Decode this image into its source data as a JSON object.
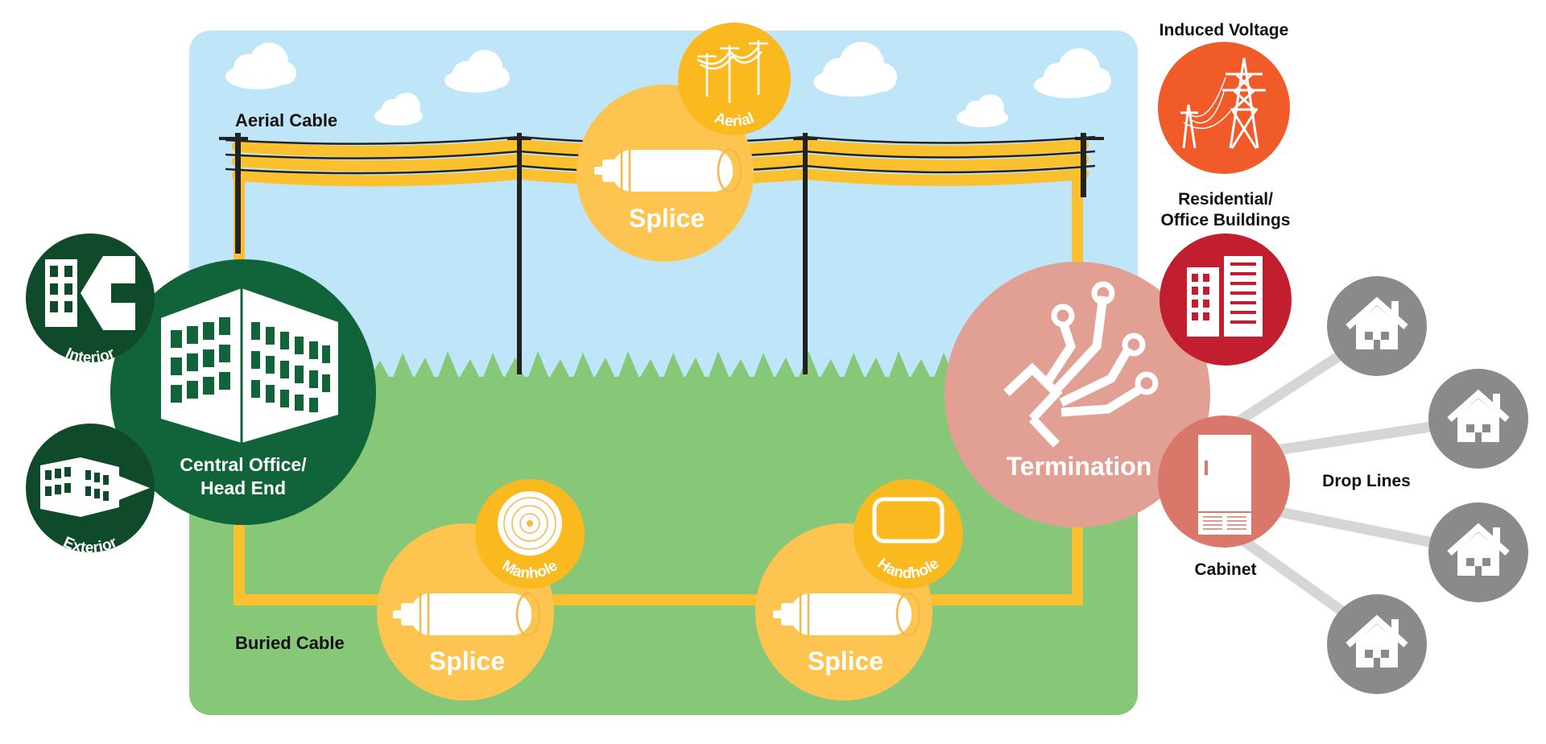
{
  "colors": {
    "sky": "#bfe6f8",
    "ground": "#86c878",
    "cable_yellow": "#fbc02d",
    "splice_yellow": "#fdc550",
    "dark_green": "#11643a",
    "termination_pink": "#e29f94",
    "cabinet_salmon": "#d9776a",
    "induced_orange": "#f15a29",
    "residential_red": "#c11f2f",
    "house_gray": "#8a8a8a",
    "drop_line_gray": "#d6d6d6"
  },
  "labels": {
    "aerial_cable": "Aerial Cable",
    "buried_cable": "Buried Cable",
    "induced_voltage": "Induced Voltage",
    "residential_line1": "Residential/",
    "residential_line2": "Office Buildings",
    "drop_lines": "Drop Lines",
    "cabinet": "Cabinet",
    "termination": "Termination",
    "central_office_line1": "Central Office/",
    "central_office_line2": "Head End",
    "interior": "Interior",
    "exterior": "Exterior",
    "aerial_badge": "Aerial",
    "manhole_badge": "Manhole",
    "handhole_badge": "Handhole",
    "splice_top": "Splice",
    "splice_bottom_left": "Splice",
    "splice_bottom_right": "Splice"
  },
  "icons": {
    "central_office": "office-building-icon",
    "interior": "building-arrow-in-icon",
    "exterior": "building-arrow-out-icon",
    "splice": "splice-closure-icon",
    "aerial": "utility-poles-icon",
    "manhole": "manhole-cover-icon",
    "handhole": "handhole-box-icon",
    "termination": "fiber-termination-icon",
    "cabinet": "cabinet-icon",
    "induced_voltage": "transmission-tower-icon",
    "residential": "office-buildings-icon",
    "house": "house-icon"
  }
}
